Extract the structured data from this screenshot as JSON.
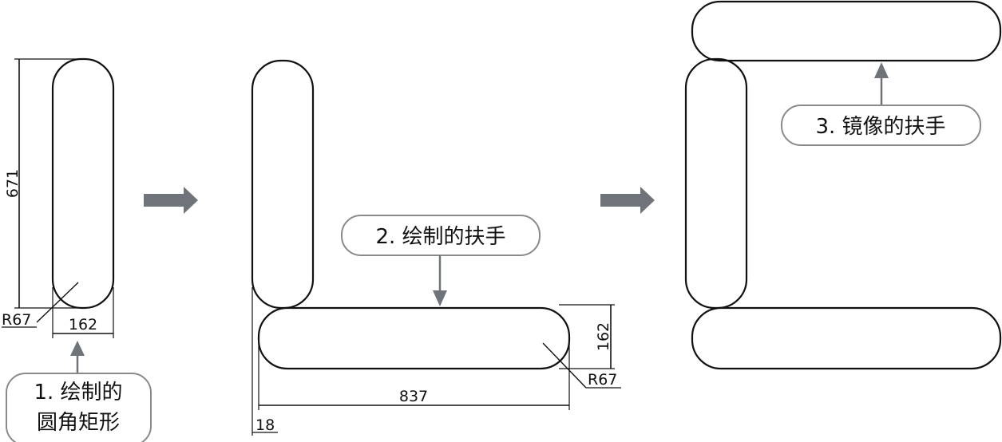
{
  "step1": {
    "callout_line1": "1. 绘制的",
    "callout_line2": "圆角矩形",
    "dim_height": "671",
    "dim_width": "162",
    "dim_radius": "R67"
  },
  "step2": {
    "callout": "2. 绘制的扶手",
    "dim_height": "162",
    "dim_length": "837",
    "dim_radius": "R67",
    "dim_offset": "18"
  },
  "step3": {
    "callout": "3. 镜像的扶手"
  },
  "colors": {
    "stroke": "#111111",
    "arrow_fill": "#6e7479",
    "callout_border": "#8a8a8a"
  }
}
